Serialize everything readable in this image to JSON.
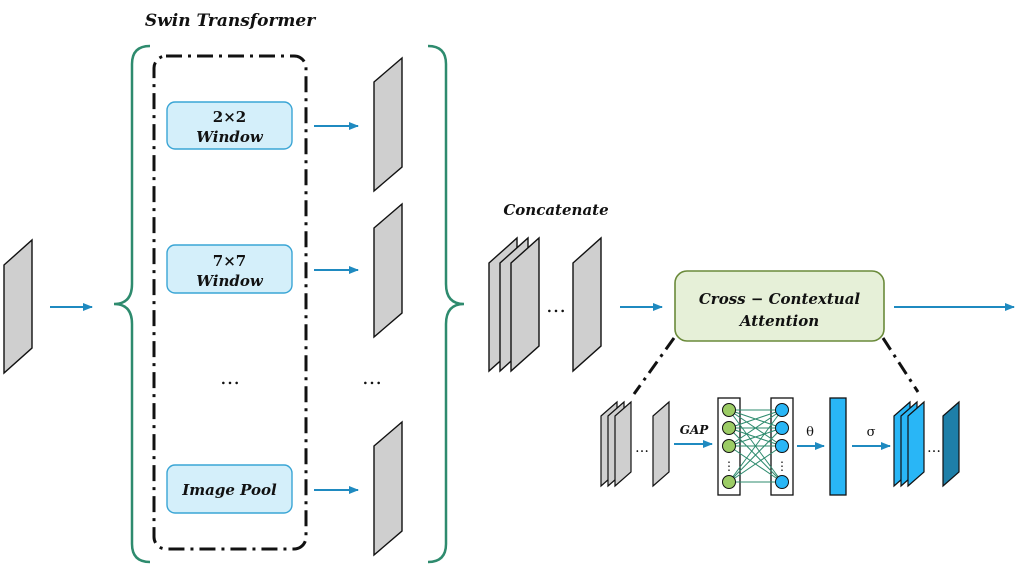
{
  "title": "Swin Transformer",
  "branches": [
    {
      "line1": "2×2",
      "line2": "Window"
    },
    {
      "line1": "7×7",
      "line2": "Window"
    },
    {
      "line1": "",
      "line2": "Image Pool"
    }
  ],
  "ellipsis": "…",
  "concat_label": "Concatenate",
  "attention": {
    "line1": "Cross − Contextual",
    "line2": "Attention"
  },
  "detail": {
    "gap_label": "GAP",
    "theta_label": "θ",
    "sigma_label": "σ",
    "vertical_dots": "⋮"
  },
  "colors": {
    "arrow": "#1f8ac0",
    "brace": "#2e8b6e",
    "window_box": "#d4effa",
    "window_border": "#3aa5d5",
    "attention_box": "#e6f0d8",
    "attention_border": "#6a8a3a",
    "feature_gray": "#cfcfcf",
    "node_green": "#9ccc65",
    "node_blue": "#29b6f6",
    "fc_bar": "#29b6f6",
    "feature_teal": "#1e7fa8"
  }
}
